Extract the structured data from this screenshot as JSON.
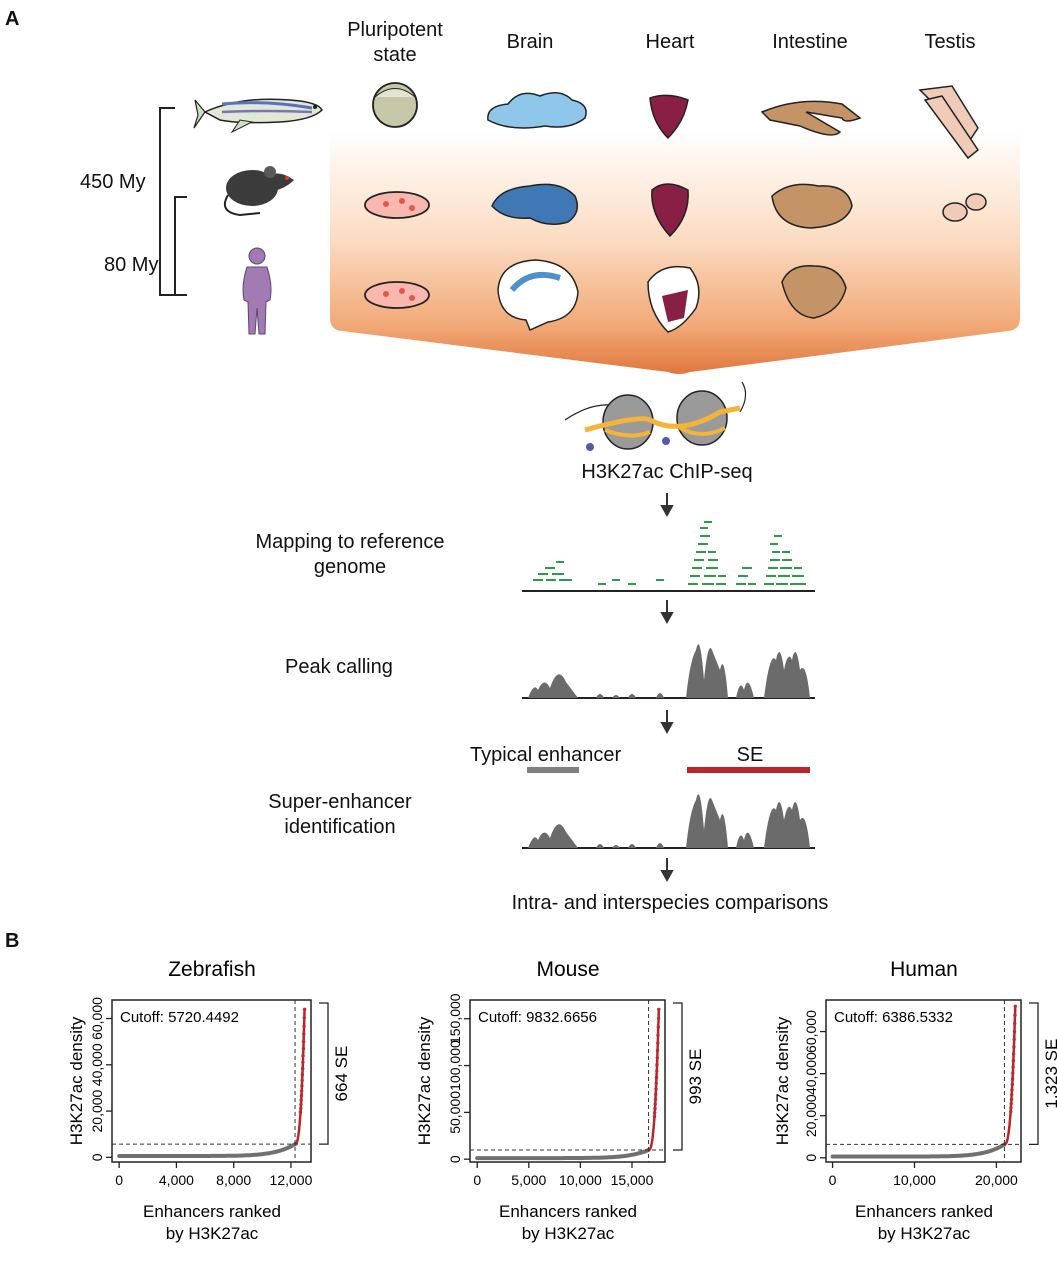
{
  "panel_a": {
    "letter": "A",
    "tissues": [
      "Pluripotent state",
      "Brain",
      "Heart",
      "Intestine",
      "Testis"
    ],
    "divergence": [
      "450 My",
      "80 My"
    ],
    "steps": {
      "chip": "H3K27ac ChIP-seq",
      "mapping": "Mapping to reference genome",
      "peak": "Peak calling",
      "typical": "Typical enhancer",
      "se": "SE",
      "identification": "Super-enhancer identification",
      "comparison": "Intra- and interspecies comparisons"
    },
    "colors": {
      "se_bar": "#b8252a",
      "typical_bar": "#808080",
      "reads": "#2e9a4c",
      "peaks": "#6b6b6b"
    }
  },
  "panel_b": {
    "letter": "B",
    "ylabel": "H3K27ac density",
    "xlabel_line1": "Enhancers ranked",
    "xlabel_line2": "by H3K27ac"
  },
  "chart_data": [
    {
      "type": "scatter",
      "title": "Zebrafish",
      "cutoff_label": "Cutoff: 5720.4492",
      "cutoff": 5720.4492,
      "se_label": "664 SE",
      "se_count": 664,
      "n": 12950,
      "xlim": [
        -500,
        13400
      ],
      "ylim": [
        -2000,
        68000
      ],
      "xticks": [
        0,
        4000,
        8000,
        12000
      ],
      "xtick_labels": [
        "0",
        "4,000",
        "8,000",
        "12,000"
      ],
      "yticks": [
        0,
        20000,
        40000,
        60000
      ],
      "ytick_labels": [
        "0",
        "20,000",
        "40,000",
        "60,000"
      ],
      "ymax_value": 64000,
      "base_value": 600
    },
    {
      "type": "scatter",
      "title": "Mouse",
      "cutoff_label": "Cutoff: 9832.6656",
      "cutoff": 9832.6656,
      "se_label": "993 SE",
      "se_count": 993,
      "n": 17600,
      "xlim": [
        -700,
        18200
      ],
      "ylim": [
        -3000,
        170000
      ],
      "xticks": [
        0,
        5000,
        10000,
        15000
      ],
      "xtick_labels": [
        "0",
        "5,000",
        "10,000",
        "15,000"
      ],
      "yticks": [
        0,
        50000,
        100000,
        150000
      ],
      "ytick_labels": [
        "0",
        "50,000",
        "100,000",
        "150,000"
      ],
      "ymax_value": 160000,
      "base_value": 1200
    },
    {
      "type": "scatter",
      "title": "Human",
      "cutoff_label": "Cutoff: 6386.5332",
      "cutoff": 6386.5332,
      "se_label": "1,323 SE",
      "se_count": 1323,
      "n": 22300,
      "xlim": [
        -800,
        23000
      ],
      "ylim": [
        -2000,
        75000
      ],
      "xticks": [
        0,
        10000,
        20000
      ],
      "xtick_labels": [
        "0",
        "10,000",
        "20,000"
      ],
      "yticks": [
        0,
        20000,
        40000,
        60000
      ],
      "ytick_labels": [
        "0",
        "20,000",
        "40,000",
        "60,000"
      ],
      "ymax_value": 72000,
      "base_value": 600
    }
  ]
}
